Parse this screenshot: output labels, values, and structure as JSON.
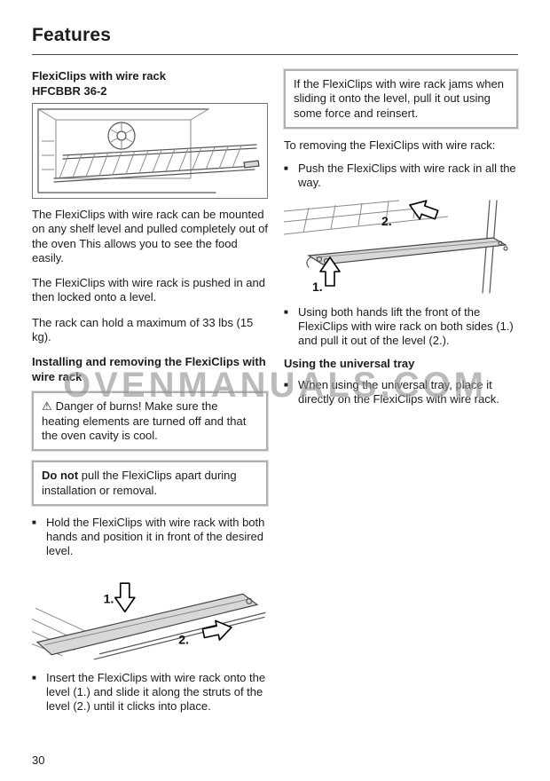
{
  "doc": {
    "title": "Features",
    "page_number": "30",
    "watermark": "OVENMANUALS.COM"
  },
  "bullet_marker": "■",
  "left": {
    "heading_line1": "FlexiClips with wire rack",
    "heading_line2": "HFCBBR 36-2",
    "para1": "The FlexiClips with wire rack can be mounted on any shelf level and pulled completely out of the oven This allows you to see the food easily.",
    "para2": "The FlexiClips with wire rack is pushed in and then locked onto a level.",
    "para3": "The rack can hold a maximum of 33 lbs (15 kg).",
    "heading2": "Installing and removing the FlexiClips with wire rack",
    "warning_icon": "⚠",
    "warning_text": "Danger of burns! Make sure the heating elements are turned off and that the oven cavity is cool.",
    "note_bold": "Do not",
    "note_rest": " pull the FlexiClips apart during installation or removal.",
    "bullet1": "Hold the FlexiClips with wire rack with both hands and position it in front of the desired level.",
    "bullet2": "Insert the FlexiClips with wire rack onto the level (1.) and slide it along the struts of the level (2.) until it clicks into place."
  },
  "right": {
    "tip_text": "If the FlexiClips with wire rack jams when sliding it onto the level, pull it out using some force and reinsert.",
    "para1": "To removing the FlexiClips with wire rack:",
    "bullet1": "Push the FlexiClips with wire rack in all the way.",
    "bullet2": "Using both hands lift the front of the FlexiClips with wire rack on both sides (1.) and pull it out of the level (2.).",
    "heading": "Using the universal tray",
    "bullet3": "When using the universal tray, place it directly on the FlexiClips with wire rack."
  },
  "figures": {
    "install": {
      "label1": "1.",
      "label2": "2."
    },
    "remove": {
      "label1": "1.",
      "label2": "2."
    }
  },
  "colors": {
    "text": "#1c1c1c",
    "box_border": "#b0b0b0",
    "watermark_gray": "#8f8f8f"
  }
}
